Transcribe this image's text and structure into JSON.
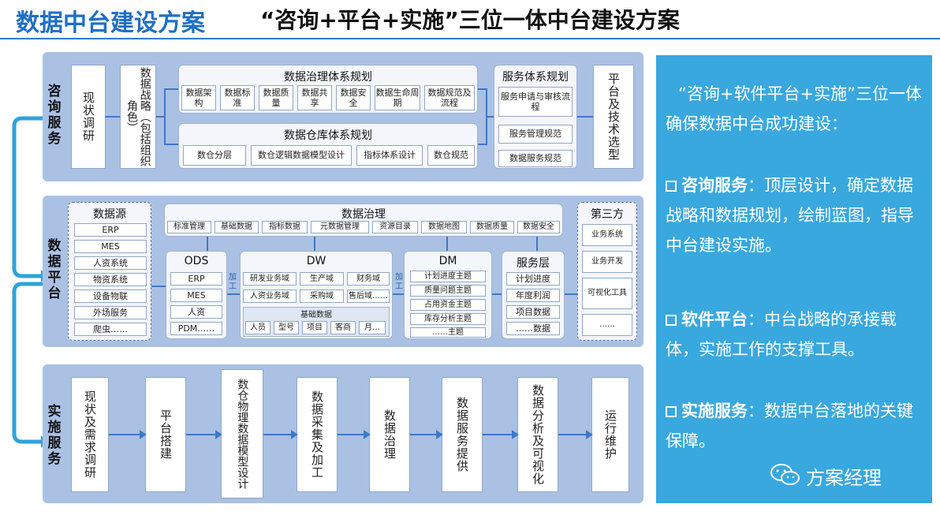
{
  "title": {
    "main": "数据中台建设方案",
    "sub": "“咨询+平台+实施”三位一体中台建设方案"
  },
  "consulting": {
    "label": "咨询服务",
    "status_research": "现状调研",
    "strategy": "数据战略（包括组织角色）",
    "governance_title": "数据治理体系规划",
    "governance_items": [
      "数据架构",
      "数据标准",
      "数据质量",
      "数据共享",
      "数据安全",
      "数据生命周期",
      "数据规范及流程"
    ],
    "warehouse_title": "数据仓库体系规划",
    "warehouse_items": [
      "数仓分层",
      "数仓逻辑数据模型设计",
      "指标体系设计",
      "数仓规范"
    ],
    "service_title": "服务体系规划",
    "service_items": [
      "服务申请与审核流程",
      "服务管理规范",
      "数据服务规范"
    ],
    "platform_select": "平台及技术选型"
  },
  "platform": {
    "label": "数据平台",
    "sources_title": "数据源",
    "sources": [
      "ERP",
      "MES",
      "人资系统",
      "物资系统",
      "设备物联",
      "外场服务",
      "爬虫……"
    ],
    "governance_title": "数据治理",
    "governance_tags": [
      "标准管理",
      "基础数据",
      "指标数据",
      "元数据管理",
      "资源目录",
      "数据地图",
      "数据质量",
      "数据安全"
    ],
    "ods_title": "ODS",
    "ods_items": [
      "ERP",
      "MES",
      "人资",
      "PDM……"
    ],
    "etl1": "加工",
    "dw_title": "DW",
    "dw_items": [
      "研发业务域",
      "生产域",
      "财务域",
      "人资业务域",
      "采购域",
      "售后域……"
    ],
    "base_title": "基础数据",
    "base_items": [
      "人员",
      "型号",
      "项目",
      "客商",
      "月…"
    ],
    "etl2": "加工",
    "dm_title": "DM",
    "dm_items": [
      "计划进度主题",
      "质量问题主题",
      "占用资金主题",
      "库存分析主题",
      "……主题"
    ],
    "svc_title": "服务层",
    "svc_items": [
      "计划进度",
      "年度利润",
      "项目数据",
      "……数据"
    ],
    "third_title": "第三方",
    "third_items": [
      "业务系统",
      "业务开发",
      "可视化工具",
      "……"
    ]
  },
  "implementation": {
    "label": "实施服务",
    "steps": [
      "现状及需求调研",
      "平台搭建",
      "数仓物理数据模型设计",
      "数据采集及加工",
      "数据治理",
      "数据服务提供",
      "数据分析及可视化",
      "运行维护"
    ]
  },
  "summary": {
    "intro": "“咨询+软件平台+实施”三位一体确保数据中台成功建设：",
    "items": [
      {
        "head": "咨询服务",
        "body": "：顶层设计，确定数据战略和数据规划，绘制蓝图，指导中台建设实施。"
      },
      {
        "head": "软件平台",
        "body": "：中台战略的承接载体，实施工作的支撑工具。"
      },
      {
        "head": "实施服务",
        "body": "：数据中台落地的关键保障。"
      }
    ],
    "watermark": "方案经理"
  },
  "colors": {
    "brand": "#1f6fc5",
    "band": "#aac1e4",
    "side_panel": "#38a8df",
    "arrow": "#3d79c7"
  }
}
